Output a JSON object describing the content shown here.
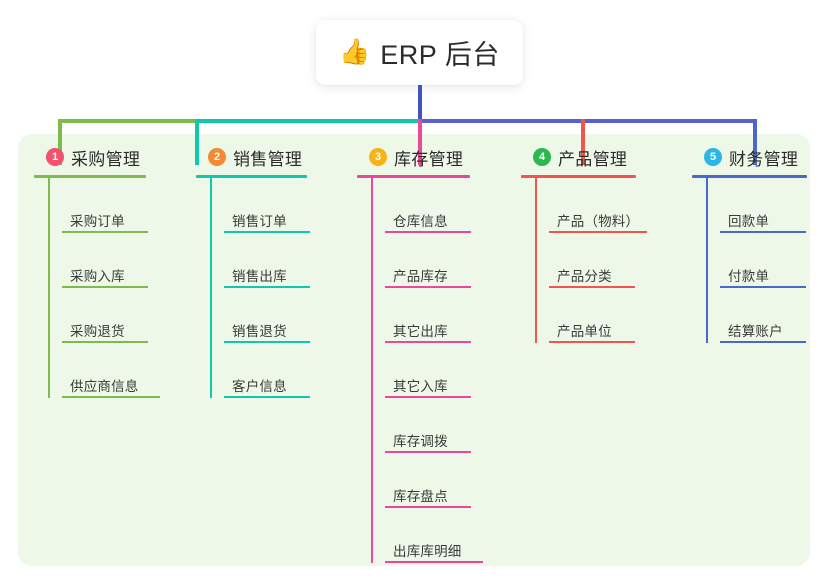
{
  "root": {
    "icon": "thumbs-up-icon",
    "icon_glyph": "👍",
    "title": "ERP 后台"
  },
  "panel": {
    "background_color": "#eef8e8"
  },
  "columns": [
    {
      "number": "1",
      "title": "采购管理",
      "badge_color": "#f4516c",
      "line_color": "#7dbb4c",
      "items": [
        {
          "label": "采购订单"
        },
        {
          "label": "采购入库"
        },
        {
          "label": "采购退货"
        },
        {
          "label": "供应商信息"
        }
      ]
    },
    {
      "number": "2",
      "title": "销售管理",
      "badge_color": "#f58a33",
      "line_color": "#13c6ae",
      "items": [
        {
          "label": "销售订单"
        },
        {
          "label": "销售出库"
        },
        {
          "label": "销售退货"
        },
        {
          "label": "客户信息"
        }
      ]
    },
    {
      "number": "3",
      "title": "库存管理",
      "badge_color": "#f7b318",
      "line_color": "#ec4899",
      "items": [
        {
          "label": "仓库信息"
        },
        {
          "label": "产品库存"
        },
        {
          "label": "其它出库"
        },
        {
          "label": "其它入库"
        },
        {
          "label": "库存调拨"
        },
        {
          "label": "库存盘点"
        },
        {
          "label": "出库库明细"
        }
      ]
    },
    {
      "number": "4",
      "title": "产品管理",
      "badge_color": "#2cb84e",
      "line_color": "#f4544f",
      "items": [
        {
          "label": "产品（物料）"
        },
        {
          "label": "产品分类"
        },
        {
          "label": "产品单位"
        }
      ]
    },
    {
      "number": "5",
      "title": "财务管理",
      "badge_color": "#29b6e8",
      "line_color": "#4a68c8",
      "items": [
        {
          "label": "回款单"
        },
        {
          "label": "付款单"
        },
        {
          "label": "结算账户"
        }
      ]
    }
  ],
  "connectors": {
    "trunk_color": "#4253c0",
    "bus_segments": [
      {
        "color": "#7dbb4c"
      },
      {
        "color": "#13c6ae"
      },
      {
        "color": "#5661cc"
      }
    ]
  }
}
